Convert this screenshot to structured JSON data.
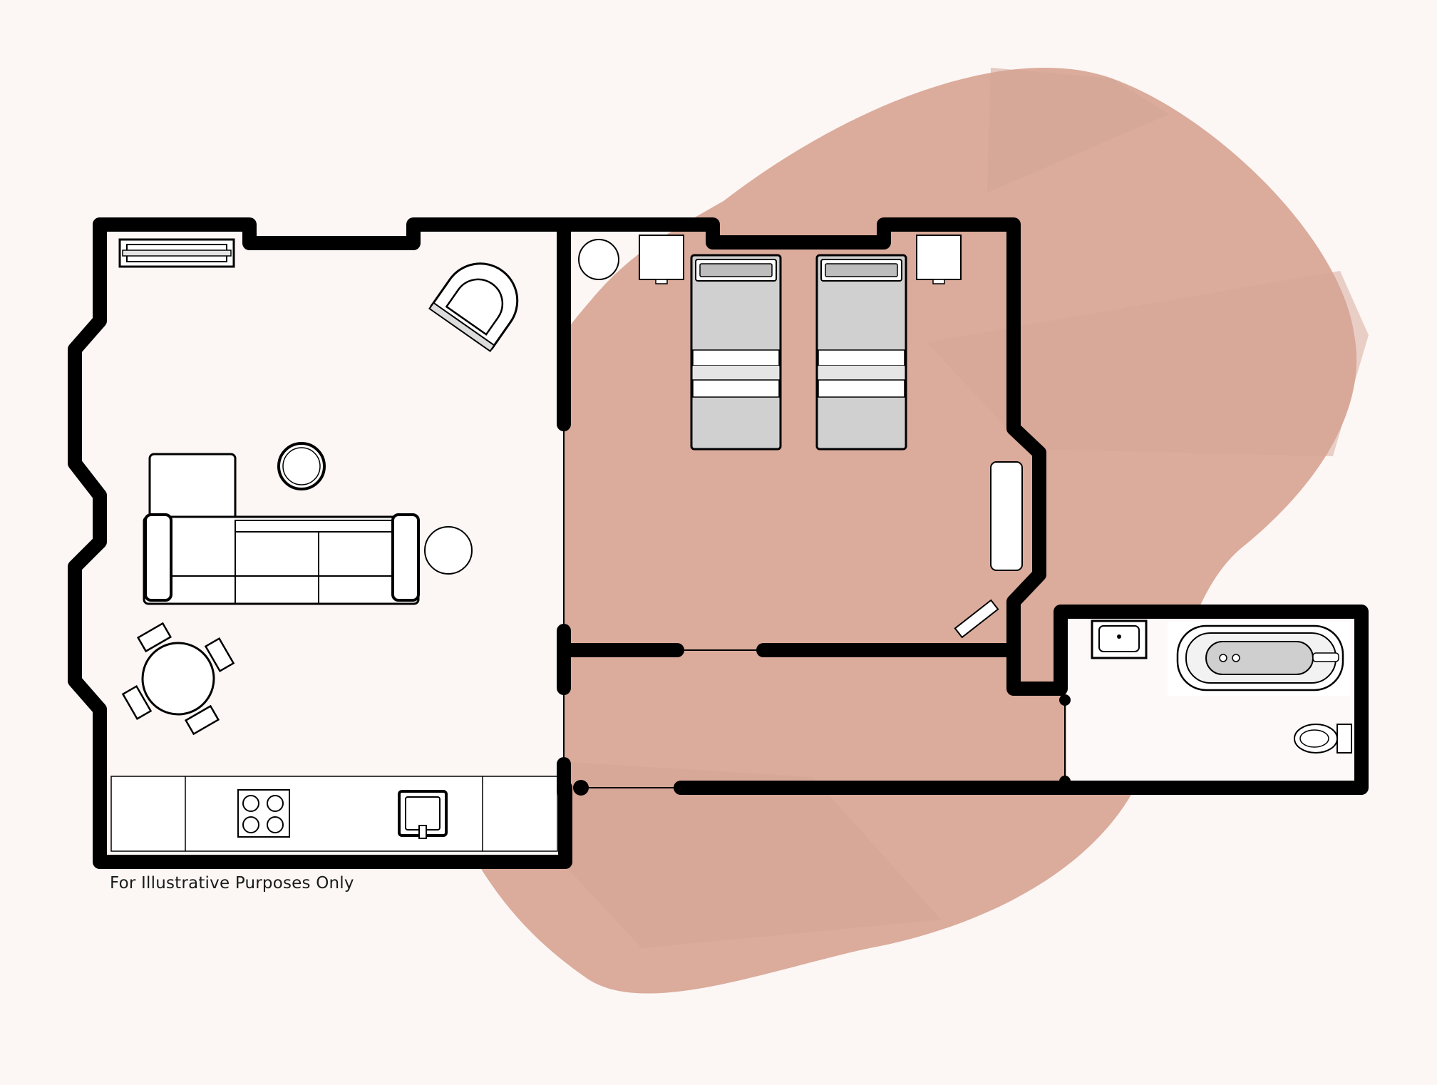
{
  "caption": "For Illustrative Purposes Only",
  "colors": {
    "background": "#fcf7f5",
    "blob": "#dbab9b",
    "blob_shade": "#c99a8b",
    "wall": "#000000",
    "floor": "#fcf7f5",
    "fixture_fill": "#ffffff",
    "bed_grey": "#cfcfcf"
  },
  "rooms": [
    {
      "id": "living-kitchen",
      "label": ""
    },
    {
      "id": "bedroom",
      "label": ""
    },
    {
      "id": "hallway",
      "label": ""
    },
    {
      "id": "bathroom",
      "label": ""
    }
  ],
  "icons": [
    "radiator-icon",
    "armchair-icon",
    "side-table-icon",
    "sofa-icon",
    "dining-table-icon",
    "hob-icon",
    "sink-icon",
    "bed-icon",
    "nightstand-icon",
    "wardrobe-icon",
    "washbasin-icon",
    "bathtub-icon",
    "toilet-icon"
  ]
}
